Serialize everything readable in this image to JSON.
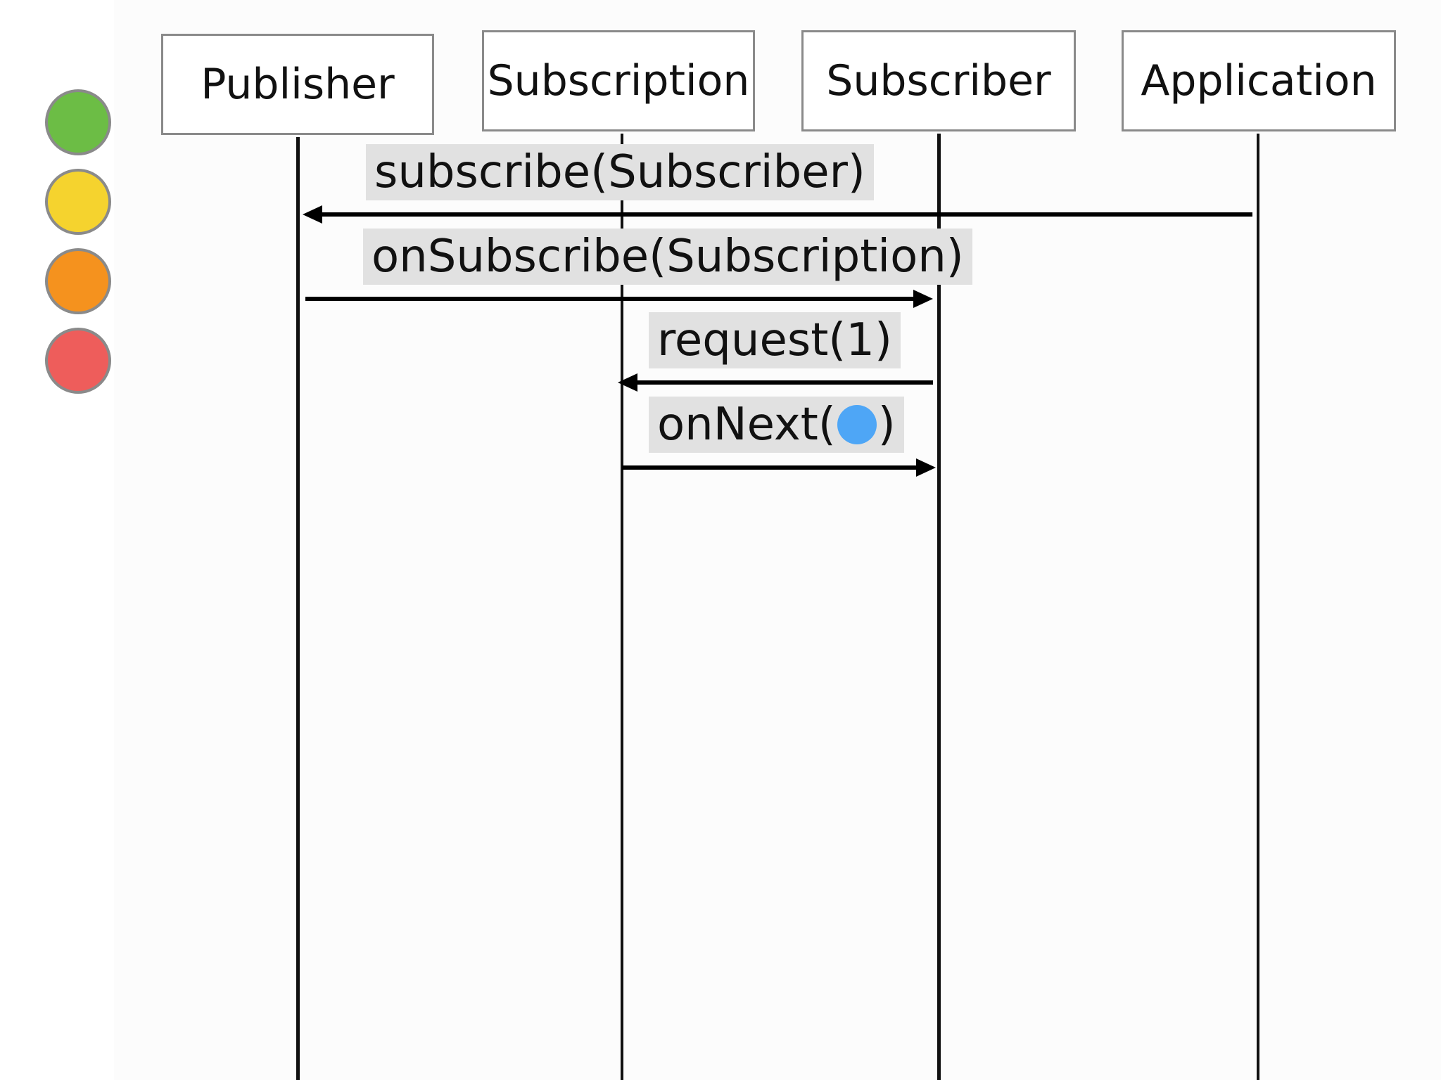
{
  "actors": {
    "publisher": "Publisher",
    "subscription": "Subscription",
    "subscriber": "Subscriber",
    "application": "Application"
  },
  "messages": {
    "subscribe": "subscribe(Subscriber)",
    "on_subscribe": "onSubscribe(Subscription)",
    "request": "request(1)",
    "on_next_prefix": "onNext(",
    "on_next_suffix": ")"
  },
  "colors": {
    "legend": [
      "#6cbd45",
      "#f5d32e",
      "#f5921e",
      "#ee5d5b"
    ],
    "value_dot": "#4ea6f6",
    "label_background": "#e1e1e1"
  }
}
